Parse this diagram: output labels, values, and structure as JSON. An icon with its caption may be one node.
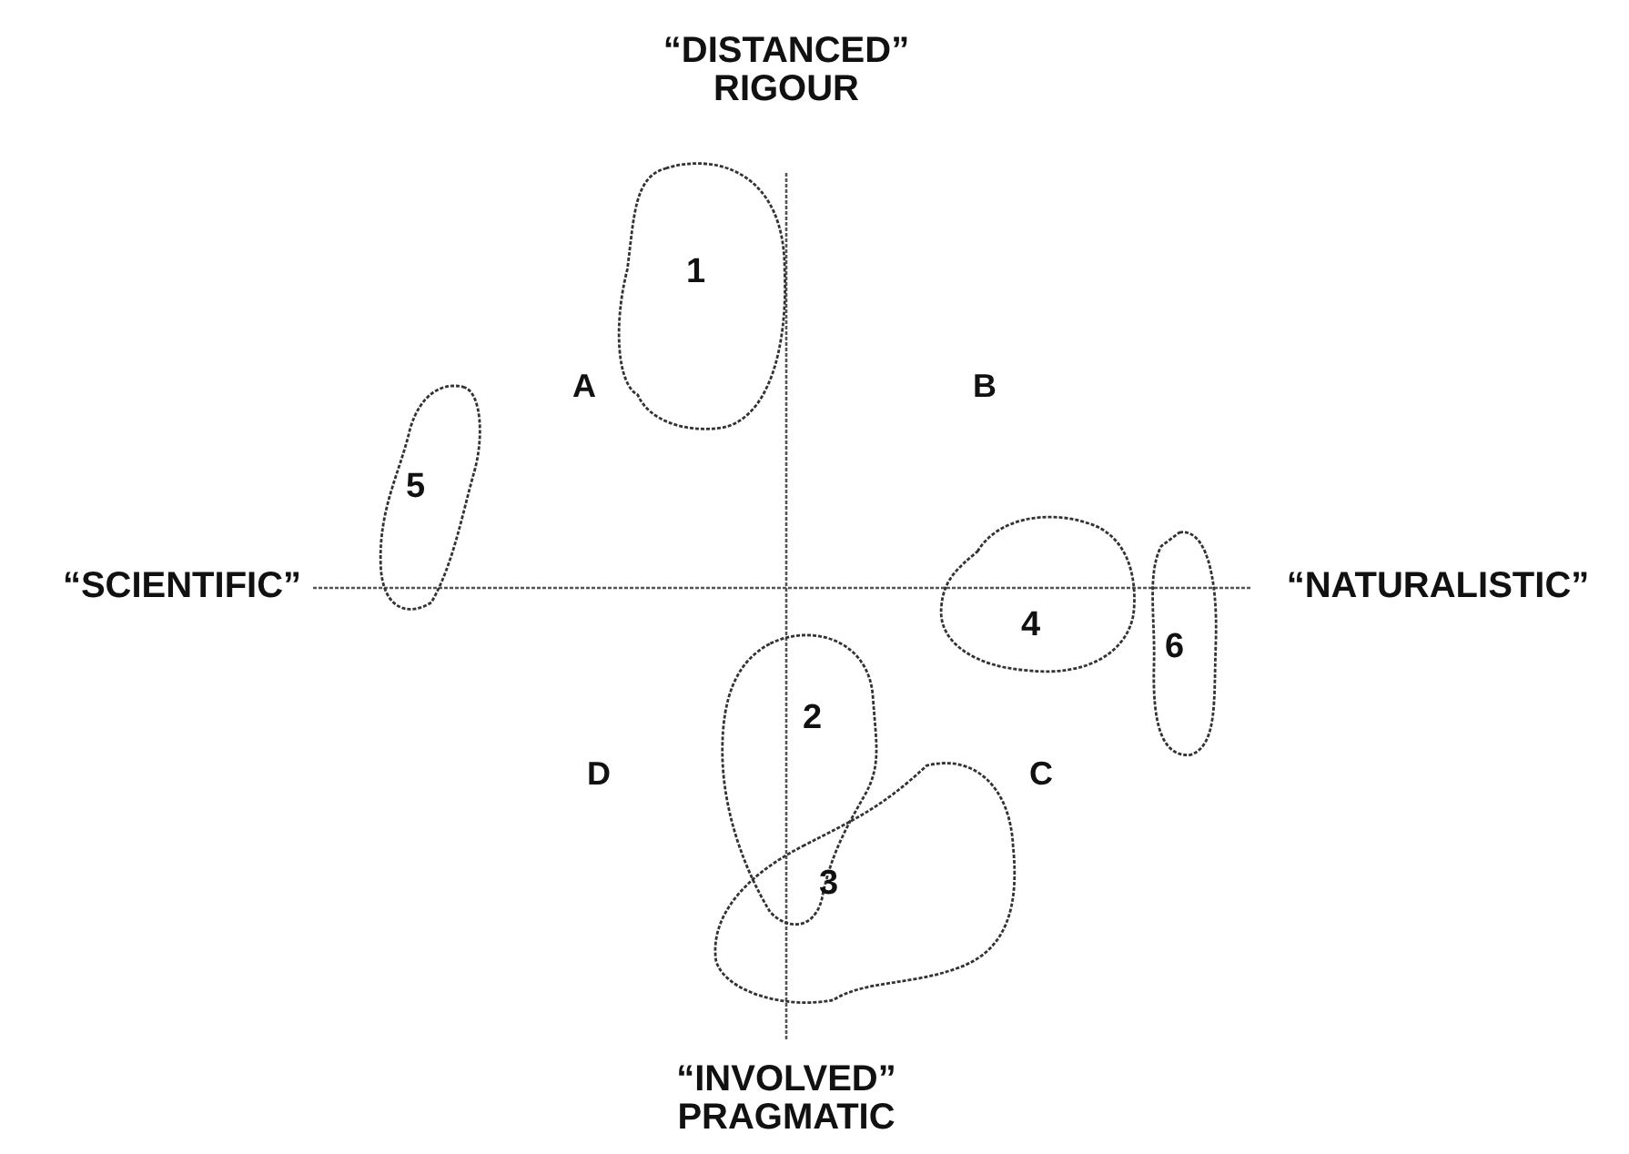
{
  "diagram": {
    "nodes": [
      {
        "text": [
          "1"
        ]
      },
      {
        "text": [
          "5"
        ]
      },
      {
        "text": [
          "4"
        ]
      },
      {
        "text": [
          "6"
        ]
      },
      {
        "text": [
          "2"
        ]
      },
      {
        "text": [
          "3"
        ]
      }
    ],
    "labels": [
      "“DISTANCED” RIGOUR",
      "A",
      "B",
      "“SCIENTIFIC”",
      "“NATURALISTIC”",
      "D",
      "C",
      "“INVOLVED” PRAGMATIC"
    ]
  }
}
